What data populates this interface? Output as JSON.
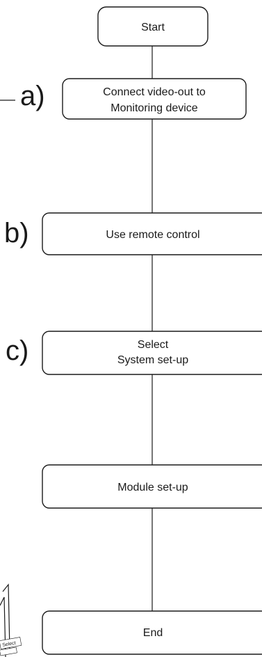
{
  "flow": {
    "start": "Start",
    "step_a": {
      "marker": "a)",
      "line1": "Connect video-out to",
      "line2": "Monitoring device"
    },
    "step_b": {
      "marker": "b)",
      "label": "Use remote control"
    },
    "step_c": {
      "marker": "c)",
      "line1": "Select",
      "line2": "System set-up"
    },
    "module": "Module set-up",
    "end": "End"
  },
  "corner_sketch": {
    "label": "Select"
  }
}
